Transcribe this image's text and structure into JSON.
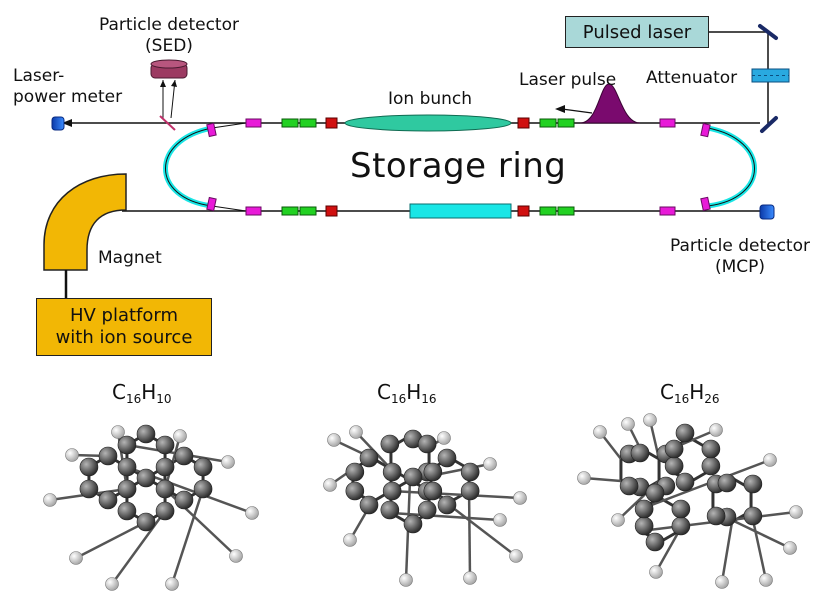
{
  "labels": {
    "sed_detector": "Particle detector",
    "sed_tag": "(SED)",
    "pulsed_laser": "Pulsed laser",
    "power_meter_1": "Laser-",
    "power_meter_2": "power meter",
    "laser_pulse": "Laser pulse",
    "attenuator": "Attenuator",
    "ion_bunch": "Ion bunch",
    "storage_ring": "Storage ring",
    "mcp_detector": "Particle detector",
    "mcp_tag": "(MCP)",
    "magnet": "Magnet",
    "hv_platform_1": "HV platform",
    "hv_platform_2": "with ion source"
  },
  "molecules": [
    {
      "element1": "C",
      "n1": "16",
      "element2": "H",
      "n2": "10"
    },
    {
      "element1": "C",
      "n1": "16",
      "element2": "H",
      "n2": "16"
    },
    {
      "element1": "C",
      "n1": "16",
      "element2": "H",
      "n2": "26"
    }
  ],
  "colors": {
    "laser_box": "#a9d8d8",
    "attenuator": "#29a9e0",
    "ion_bunch": "#2fc9a0",
    "drift_tube": "#19e6e6",
    "laser_pulse": "#7a0a6e",
    "sed_detector": "#9c3a62",
    "magnet": "#f2b705",
    "hv_box": "#f2b705",
    "magenta_element": "#e81ad8",
    "green_element": "#22d122",
    "red_element": "#d01010",
    "blue_detector": "#1a5ce0",
    "atom_carbon": "#4a4a4a",
    "atom_hydrogen": "#e8e8e8"
  }
}
